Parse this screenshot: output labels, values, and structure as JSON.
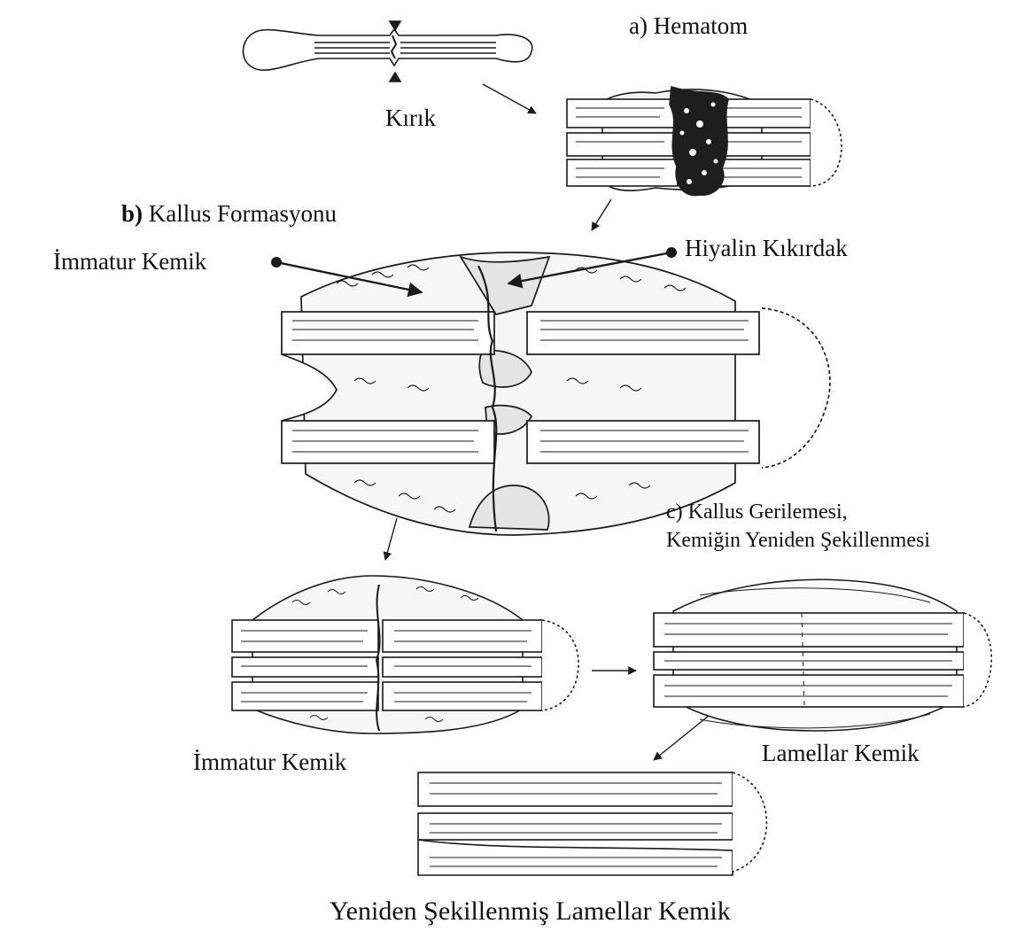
{
  "labels": {
    "kirik": "Kırık",
    "hematom_letter": "a)",
    "hematom": "Hematom",
    "kallus_letter": "b)",
    "kallus_formasyonu": "Kallus Formasyonu",
    "immatur_kemik_top": "İmmatur Kemik",
    "hiyalin_kikirdak": "Hiyalin Kıkırdak",
    "kallus_gerilemesi_letter": "c)",
    "kallus_gerilemesi": "Kallus Gerilemesi,",
    "yeniden_sekillenmesi": "Kemiğin Yeniden Şekillenmesi",
    "immatur_kemik_bottom": "İmmatur Kemik",
    "lamellar_kemik": "Lamellar Kemik",
    "final_caption": "Yeniden Şekillenmiş Lamellar Kemik"
  },
  "colors": {
    "ink": "#1a1a1a",
    "paper": "#ffffff",
    "hematoma": "#1e1e1e"
  }
}
